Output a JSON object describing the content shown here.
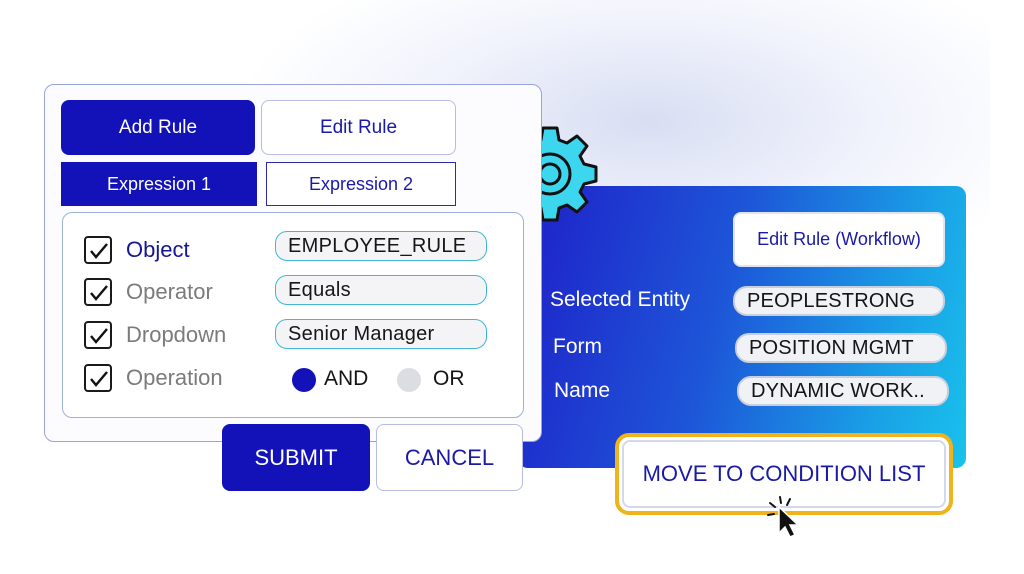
{
  "left": {
    "add_rule": "Add Rule",
    "edit_rule": "Edit Rule",
    "tabs": [
      "Expression 1",
      "Expression 2"
    ],
    "rows": [
      {
        "label": "Object",
        "value": "EMPLOYEE_RULE"
      },
      {
        "label": "Operator",
        "value": "Equals"
      },
      {
        "label": "Dropdown",
        "value": "Senior Manager"
      },
      {
        "label": "Operation"
      }
    ],
    "operation": {
      "and": "AND",
      "or": "OR",
      "selected": "AND"
    },
    "submit": "SUBMIT",
    "cancel": "CANCEL"
  },
  "right": {
    "edit_workflow": "Edit Rule (Workflow)",
    "fields": [
      {
        "label": "Selected Entity",
        "value": "PEOPLESTRONG"
      },
      {
        "label": "Form",
        "value": "POSITION MGMT"
      },
      {
        "label": "Name",
        "value": "DYNAMIC WORK.."
      }
    ],
    "move_button": "MOVE TO CONDITION LIST"
  },
  "icons": {
    "gear": "gear-icon",
    "cursor": "pointer-cursor-icon",
    "check": "checkmark-icon"
  },
  "colors": {
    "primary": "#1212b8",
    "accent": "#f0b31c",
    "gear": "#3cd6ef",
    "gradient_end": "#19c2ec"
  }
}
